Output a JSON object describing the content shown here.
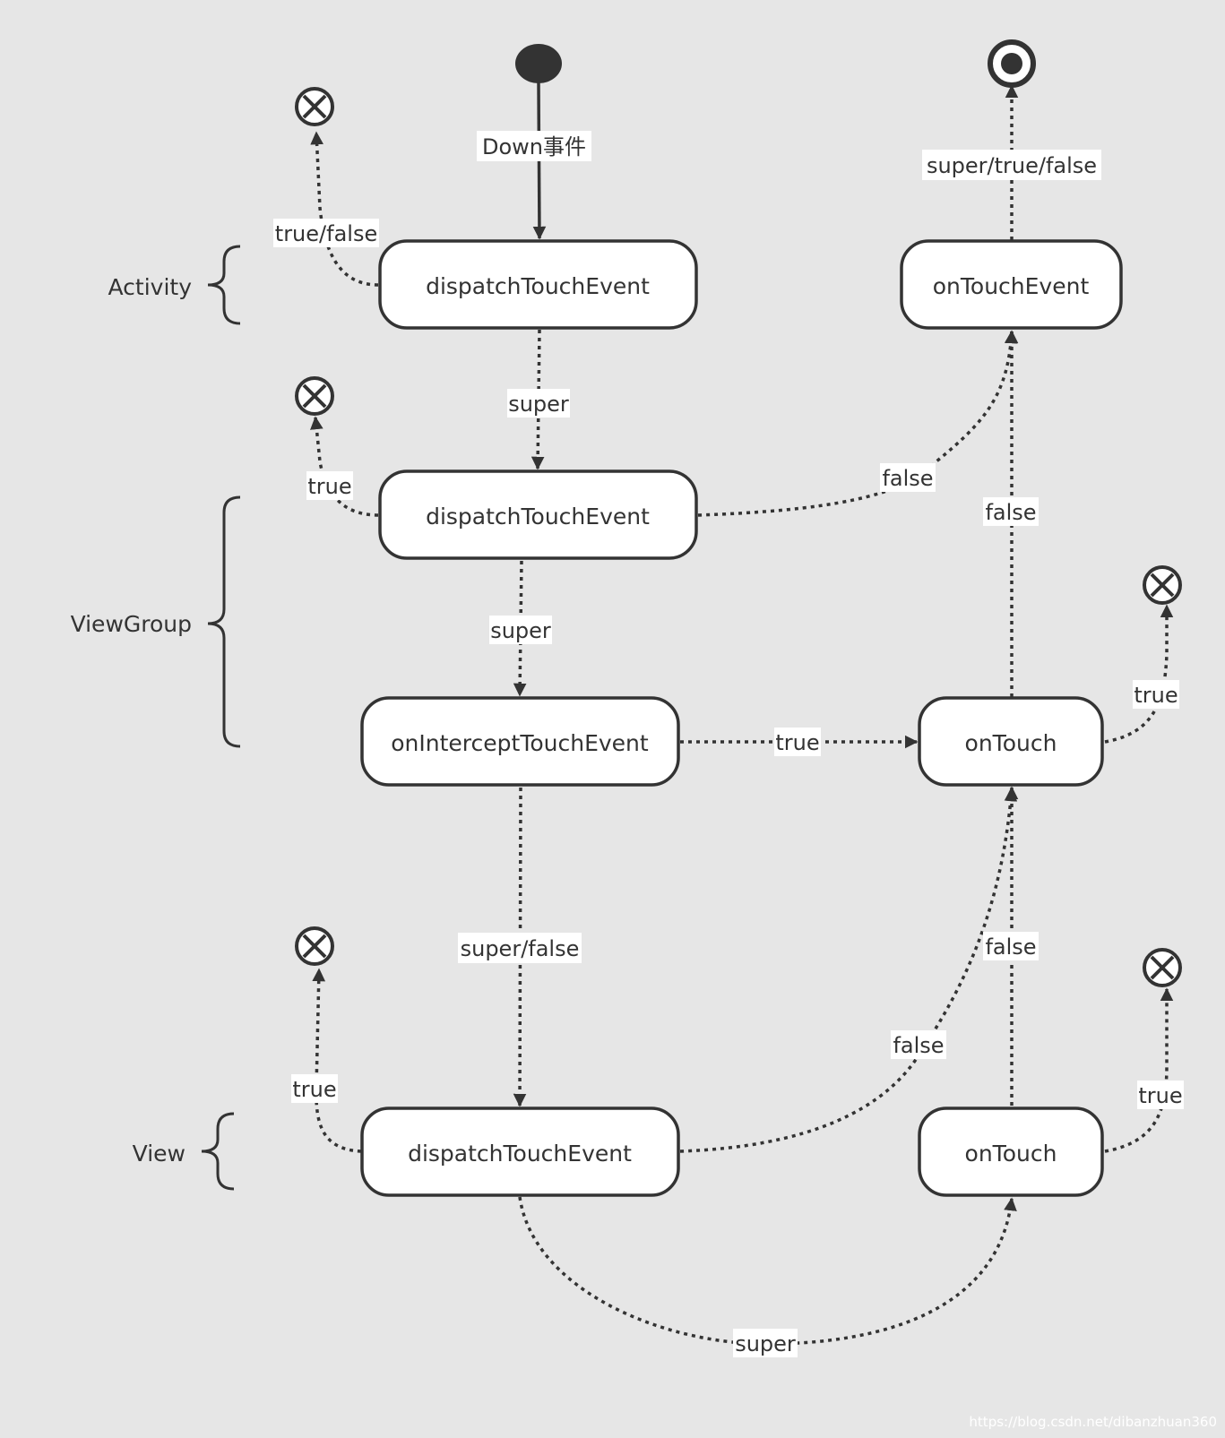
{
  "diagram": {
    "groups": {
      "activity": "Activity",
      "viewgroup": "ViewGroup",
      "view": "View"
    },
    "nodes": {
      "activity_dispatch": "dispatchTouchEvent",
      "activity_ontouchevent": "onTouchEvent",
      "viewgroup_dispatch": "dispatchTouchEvent",
      "viewgroup_intercept": "onInterceptTouchEvent",
      "viewgroup_ontouch": "onTouch",
      "view_dispatch": "dispatchTouchEvent",
      "view_ontouch": "onTouch"
    },
    "edges": {
      "start_to_activity": "Down事件",
      "activity_to_end": "true/false",
      "activity_to_viewgroup": "super",
      "ontouchevent_to_final": "super/true/false",
      "viewgroup_to_end": "true",
      "viewgroup_to_ontouchevent": "false",
      "viewgroup_to_intercept": "super",
      "intercept_to_ontouch": "true",
      "vg_ontouch_to_ontouchevent": "false",
      "vg_ontouch_to_end": "true",
      "intercept_to_view": "super/false",
      "view_ontouch_to_vg_ontouch": "false",
      "view_dispatch_to_vg_ontouch": "false",
      "view_to_end": "true",
      "view_ontouch_to_end": "true",
      "view_dispatch_to_view_ontouch": "super"
    },
    "watermark": "https://blog.csdn.net/dibanzhuan360"
  },
  "colors": {
    "background": "#e6e6e6",
    "stroke": "#333333",
    "node_fill": "#ffffff"
  }
}
